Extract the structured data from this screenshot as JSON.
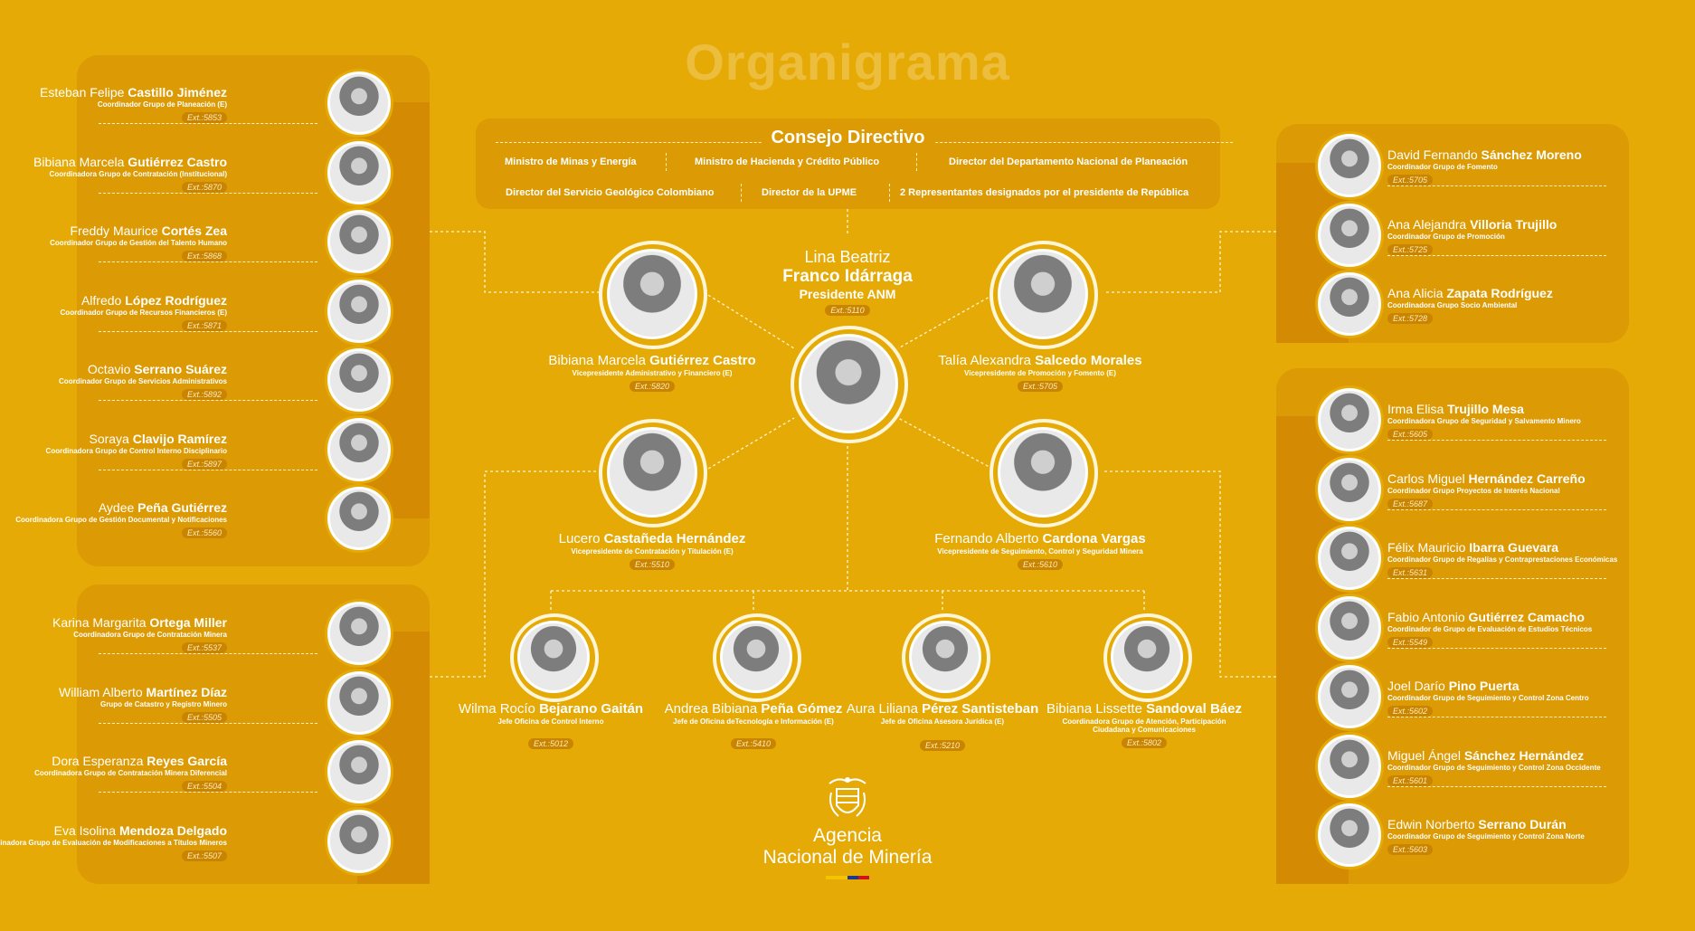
{
  "title": "Organigrama",
  "council": {
    "title": "Consejo Directivo",
    "row1": [
      "Ministro de Minas y Energía",
      "Ministro de Hacienda y Crédito Público",
      "Director del Departamento Nacional de Planeación"
    ],
    "row2": [
      "Director del Servicio Geológico Colombiano",
      "Director de la UPME",
      "2 Representantes designados por el presidente de República"
    ]
  },
  "president": {
    "first": "Lina Beatriz",
    "last": "Franco Idárraga",
    "role": "Presidente ANM",
    "ext": "Ext.:5110"
  },
  "vps": [
    {
      "first": "Bibiana Marcela",
      "last": "Gutiérrez Castro",
      "role": "Vicepresidente Administrativo y Financiero (E)",
      "ext": "Ext.:5820"
    },
    {
      "first": "Talía Alexandra",
      "last": "Salcedo Morales",
      "role": "Vicepresidente de Promoción y Fomento (E)",
      "ext": "Ext.:5705"
    },
    {
      "first": "Lucero",
      "last": "Castañeda Hernández",
      "role": "Vicepresidente de Contratación y Titulación (E)",
      "ext": "Ext.:5510"
    },
    {
      "first": "Fernando Alberto",
      "last": "Cardona Vargas",
      "role": "Vicepresidente de Seguimiento, Control y Seguridad Minera",
      "ext": "Ext.:5610"
    }
  ],
  "offices": [
    {
      "first": "Wilma Rocío",
      "last": "Bejarano Gaitán",
      "role": "Jefe Oficina de Control Interno",
      "ext": "Ext.:5012"
    },
    {
      "first": "Andrea Bibiana",
      "last": "Peña Gómez",
      "role": "Jefe de Oficina deTecnología e Información (E)",
      "ext": "Ext.:5410"
    },
    {
      "first": "Aura Liliana",
      "last": "Pérez Santisteban",
      "role": "Jefe de Oficina  Asesora Jurídica (E)",
      "ext": "Ext.:5210"
    },
    {
      "first": "Bibiana Lissette",
      "last": "Sandoval Báez",
      "role": "Coordinadora Grupo de Atención, Participación Ciudadana y Comunicaciones",
      "ext": "Ext.:5802"
    }
  ],
  "left_top": [
    {
      "first": "Esteban Felipe",
      "last": "Castillo Jiménez",
      "role": "Coordinador Grupo de Planeación (E)",
      "ext": "Ext.:5853"
    },
    {
      "first": "Bibiana Marcela",
      "last": "Gutiérrez Castro",
      "role": "Coordinadora Grupo de Contratación (Institucional)",
      "ext": "Ext.:5870"
    },
    {
      "first": "Freddy Maurice",
      "last": "Cortés Zea",
      "role": "Coordinador Grupo de Gestión del Talento Humano",
      "ext": "Ext.:5868"
    },
    {
      "first": "Alfredo",
      "last": "López Rodríguez",
      "role": "Coordinador Grupo de Recursos Financieros (E)",
      "ext": "Ext.:5871"
    },
    {
      "first": "Octavio",
      "last": "Serrano Suárez",
      "role": "Coordinador Grupo de Servicios Administrativos",
      "ext": "Ext.:5892"
    },
    {
      "first": "Soraya",
      "last": "Clavijo Ramírez",
      "role": "Coordinadora Grupo de Control Interno Disciplinario",
      "ext": "Ext.:5897"
    },
    {
      "first": "Aydee",
      "last": "Peña Gutiérrez",
      "role": "Coordinadora Grupo de Gestión Documental y Notificaciones",
      "ext": "Ext.:5560"
    }
  ],
  "left_bottom": [
    {
      "first": "Karina Margarita",
      "last": "Ortega Miller",
      "role": "Coordinadora Grupo de Contratación Minera",
      "ext": "Ext.:5537"
    },
    {
      "first": "William Alberto",
      "last": "Martínez Díaz",
      "role": "Grupo de Catastro y Registro Minero",
      "ext": "Ext.:5505"
    },
    {
      "first": "Dora Esperanza",
      "last": "Reyes García",
      "role": "Coordinadora Grupo de Contratación Minera Diferencial",
      "ext": "Ext.:5504"
    },
    {
      "first": "Eva Isolina",
      "last": "Mendoza Delgado",
      "role": "Coordinadora Grupo de Evaluación de Modificaciones a Títulos Mineros",
      "ext": "Ext.:5507"
    }
  ],
  "right_top": [
    {
      "first": "David Fernando",
      "last": "Sánchez Moreno",
      "role": "Coordinador Grupo de Fomento",
      "ext": "Ext.:5705"
    },
    {
      "first": "Ana Alejandra",
      "last": "Villoria Trujillo",
      "role": "Coordinador Grupo de Promoción",
      "ext": "Ext.:5725"
    },
    {
      "first": "Ana Alicia",
      "last": "Zapata Rodríguez",
      "role": "Coordinadora Grupo Socio Ambiental",
      "ext": "Ext.:5728"
    }
  ],
  "right_bottom": [
    {
      "first": "Irma Elisa",
      "last": "Trujillo Mesa",
      "role": "Coordinadora Grupo de Seguridad y Salvamento Minero",
      "ext": "Ext.:5605"
    },
    {
      "first": "Carlos Miguel",
      "last": "Hernández Carreño",
      "role": "Coordinador Grupo Proyectos de Interés Nacional",
      "ext": "Ext.:5687"
    },
    {
      "first": "Félix Mauricio",
      "last": "Ibarra Guevara",
      "role": "Coordinador Grupo de Regalías y Contraprestaciones Económicas",
      "ext": "Ext.:5631"
    },
    {
      "first": "Fabio Antonio",
      "last": "Gutiérrez Camacho",
      "role": "Coordinador de Grupo de Evaluación de Estudios Técnicos",
      "ext": "Ext.:5549"
    },
    {
      "first": "Joel Darío",
      "last": "Pino Puerta",
      "role": "Coordinador Grupo de Seguimiento y Control Zona Centro",
      "ext": "Ext.:5602"
    },
    {
      "first": "Miguel Ángel",
      "last": "Sánchez Hernández",
      "role": "Coordinador Grupo de Seguimiento y Control Zona Occidente",
      "ext": "Ext.:5601"
    },
    {
      "first": "Edwin Norberto",
      "last": "Serrano Durán",
      "role": "Coordinador Grupo de Seguimiento y Control Zona Norte",
      "ext": "Ext.:5603"
    }
  ],
  "agency": {
    "line1": "Agencia",
    "line2": "Nacional de Minería"
  },
  "colors": {
    "background": "#E5AA06",
    "panel": "#DC9A04",
    "flag": [
      "#F5C400",
      "#1B3A8C",
      "#D0121B"
    ]
  },
  "icons": {
    "photo": "person-photo-icon",
    "logo": "coat-of-arms-icon"
  }
}
